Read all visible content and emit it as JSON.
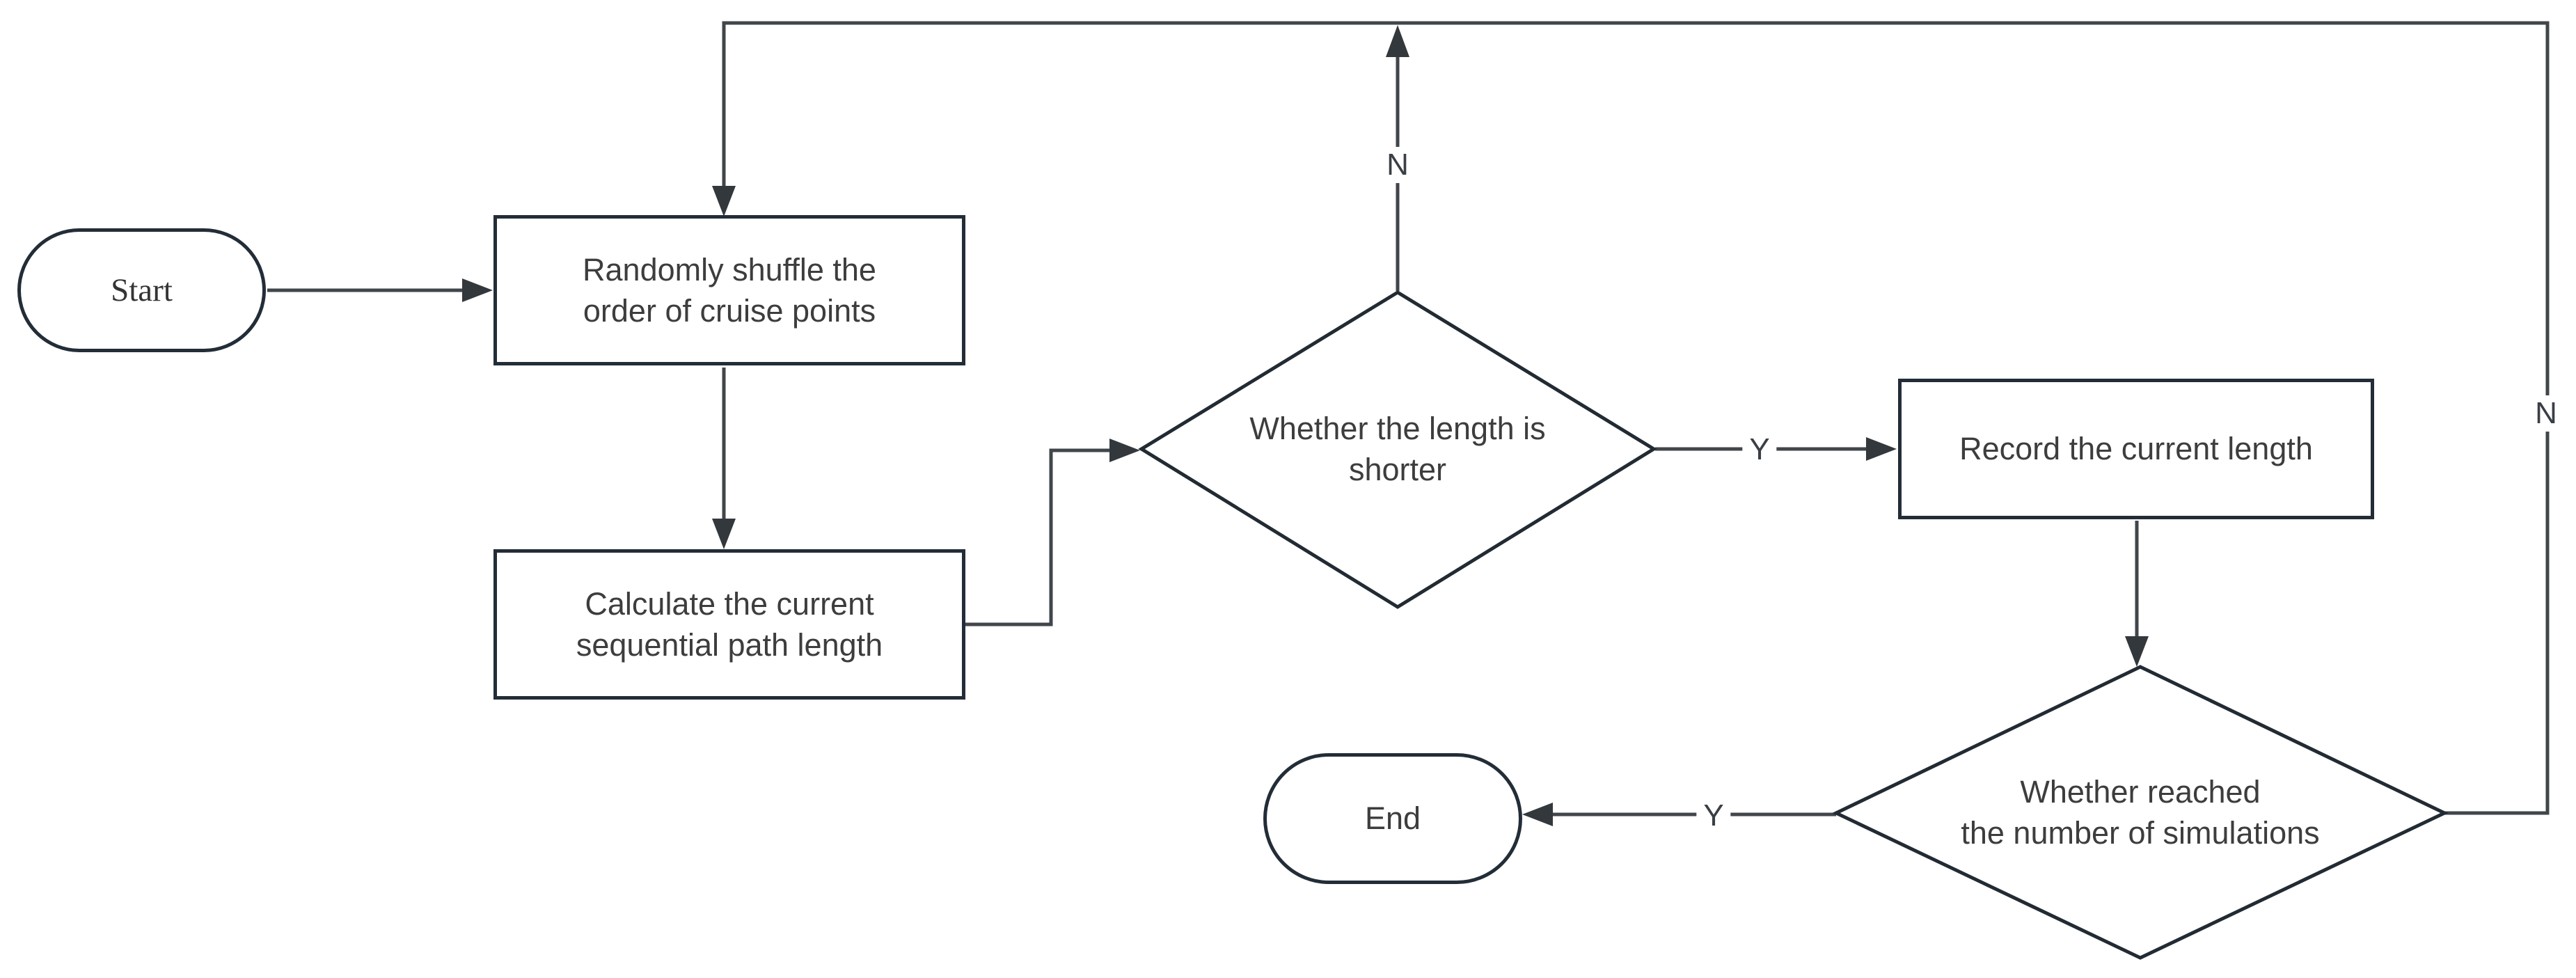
{
  "diagram": {
    "type": "flowchart",
    "nodes": {
      "start": {
        "shape": "terminator",
        "lines": [
          "Start"
        ]
      },
      "shuffle": {
        "shape": "process",
        "lines": [
          "Randomly shuffle the",
          "order of cruise points"
        ]
      },
      "calculate": {
        "shape": "process",
        "lines": [
          "Calculate the current",
          "sequential path length"
        ]
      },
      "shorter": {
        "shape": "decision",
        "lines": [
          "Whether the length is",
          "shorter"
        ]
      },
      "record": {
        "shape": "process",
        "lines": [
          "Record the current length"
        ]
      },
      "reached": {
        "shape": "decision",
        "lines": [
          "Whether reached",
          "the number of simulations"
        ]
      },
      "end": {
        "shape": "terminator",
        "lines": [
          "End"
        ]
      }
    },
    "edge_labels": {
      "shorter_no": "N",
      "shorter_yes": "Y",
      "reached_yes": "Y",
      "reached_no": "N"
    },
    "colors": {
      "background": "#ffffff",
      "shape_border": "#222b33",
      "connector": "#41464b",
      "arrowhead": "#33383d",
      "text": "#3d3d3d"
    }
  }
}
